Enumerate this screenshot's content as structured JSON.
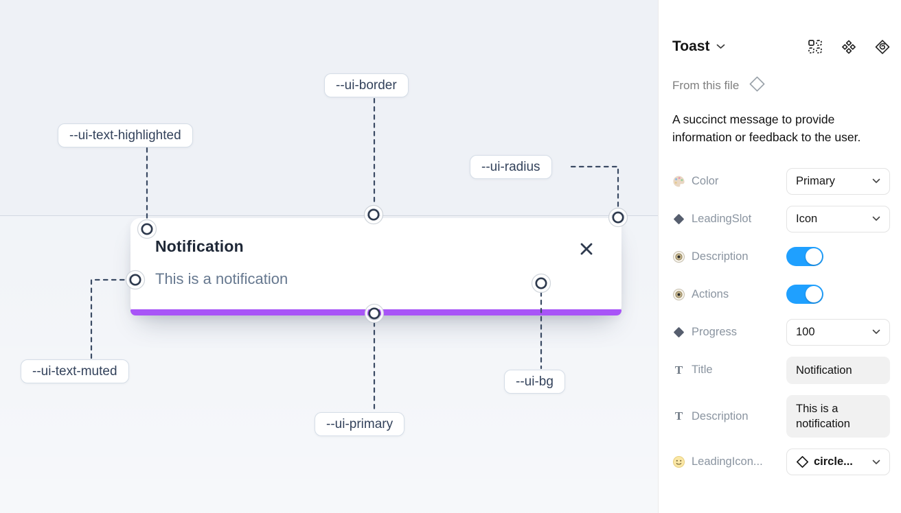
{
  "colors": {
    "canvas_bg": "#EEF1F6",
    "accent_purple": "#A855F7",
    "toggle_blue": "#1FA0FF",
    "toast_title_color": "#1E2736",
    "toast_muted_color": "#66788F",
    "annotation_text_color": "#33425B"
  },
  "canvas": {
    "toast": {
      "title": "Notification",
      "description": "This is a notification",
      "close_icon": "close-x-icon",
      "progress_value_visual": "full-width"
    },
    "annotations": [
      {
        "label": "--ui-border"
      },
      {
        "label": "--ui-text-highlighted"
      },
      {
        "label": "--ui-radius"
      },
      {
        "label": "--ui-text-muted"
      },
      {
        "label": "--ui-primary"
      },
      {
        "label": "--ui-bg"
      }
    ]
  },
  "panel": {
    "title": "Toast",
    "header_icons": [
      "component-grid-icon",
      "diamonds-cluster-icon",
      "diamond-spiral-icon"
    ],
    "source": "From this file",
    "source_icon": "diamond-outline-icon",
    "description": "A succinct message to provide information or feedback to the user.",
    "properties": [
      {
        "icon": "palette-icon",
        "label": "Color",
        "type": "select",
        "value": "Primary"
      },
      {
        "icon": "diamond-icon",
        "label": "LeadingSlot",
        "type": "select",
        "value": "Icon"
      },
      {
        "icon": "eye-icon",
        "label": "Description",
        "type": "toggle",
        "value": "on"
      },
      {
        "icon": "eye-icon",
        "label": "Actions",
        "type": "toggle",
        "value": "on"
      },
      {
        "icon": "diamond-icon",
        "label": "Progress",
        "type": "select",
        "value": "100"
      },
      {
        "icon": "text-icon",
        "label": "Title",
        "type": "text",
        "value": "Notification"
      },
      {
        "icon": "text-icon",
        "label": "Description",
        "type": "text",
        "value": "This is a notification"
      },
      {
        "icon": "smiley-icon",
        "label": "LeadingIcon...",
        "type": "select",
        "value": "circle..."
      }
    ]
  }
}
